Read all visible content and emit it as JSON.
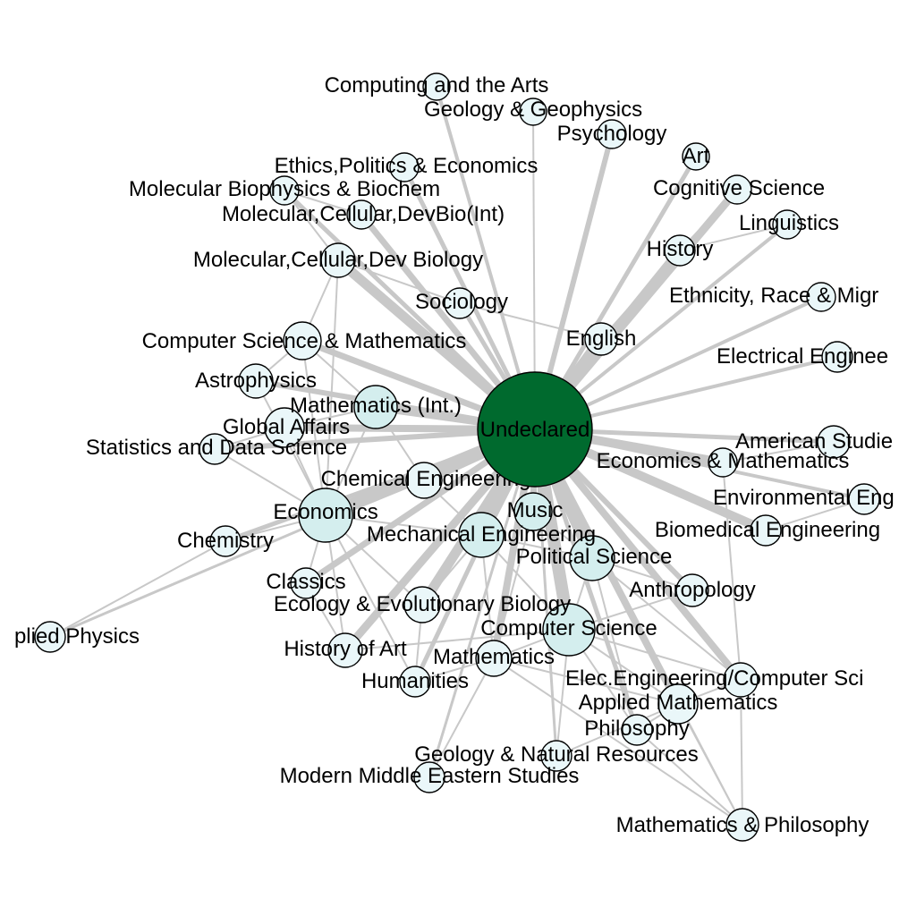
{
  "graph": {
    "center": {
      "label": "Undeclared",
      "color": "#006a2e"
    },
    "node_fill": "#eaf7f9",
    "node_fill_large": "#d4eeee",
    "edge_color": "#c8c8c8",
    "nodes": [
      {
        "id": "computing-arts",
        "label": "Computing and the Arts"
      },
      {
        "id": "geology-geophysics",
        "label": "Geology & Geophysics"
      },
      {
        "id": "psychology",
        "label": "Psychology"
      },
      {
        "id": "art",
        "label": "Art"
      },
      {
        "id": "ethics-politics-economics",
        "label": "Ethics,Politics & Economics"
      },
      {
        "id": "cognitive-science",
        "label": "Cognitive Science"
      },
      {
        "id": "molecular-biophysics",
        "label": "Molecular Biophysics & Biochem"
      },
      {
        "id": "linguistics",
        "label": "Linguistics"
      },
      {
        "id": "mcdb-int",
        "label": "Molecular,Cellular,DevBio(Int)"
      },
      {
        "id": "history",
        "label": "History"
      },
      {
        "id": "mcdb",
        "label": "Molecular,Cellular,Dev Biology"
      },
      {
        "id": "ethnicity-race",
        "label": "Ethnicity, Race & Migr"
      },
      {
        "id": "sociology",
        "label": "Sociology"
      },
      {
        "id": "english",
        "label": "English"
      },
      {
        "id": "cs-math",
        "label": "Computer Science & Mathematics"
      },
      {
        "id": "electrical-engineering",
        "label": "Electrical Enginee"
      },
      {
        "id": "astrophysics",
        "label": "Astrophysics"
      },
      {
        "id": "mathematics-int",
        "label": "Mathematics (Int.)"
      },
      {
        "id": "global-affairs",
        "label": "Global Affairs"
      },
      {
        "id": "american-studies",
        "label": "American Studie"
      },
      {
        "id": "statistics-data-science",
        "label": "Statistics and Data Science"
      },
      {
        "id": "economics-mathematics",
        "label": "Economics & Mathematics"
      },
      {
        "id": "chemical-engineering",
        "label": "Chemical Engineering"
      },
      {
        "id": "environmental-engineering",
        "label": "Environmental Eng"
      },
      {
        "id": "music",
        "label": "Music"
      },
      {
        "id": "economics",
        "label": "Economics"
      },
      {
        "id": "biomedical-engineering",
        "label": "Biomedical Engineering"
      },
      {
        "id": "chemistry",
        "label": "Chemistry"
      },
      {
        "id": "mechanical-engineering",
        "label": "Mechanical Engineering"
      },
      {
        "id": "political-science",
        "label": "Political Science"
      },
      {
        "id": "classics",
        "label": "Classics"
      },
      {
        "id": "anthropology",
        "label": "Anthropology"
      },
      {
        "id": "ecology-evolutionary-biology",
        "label": "Ecology & Evolutionary Biology"
      },
      {
        "id": "applied-physics",
        "label": "plied Physics"
      },
      {
        "id": "computer-science",
        "label": "Computer Science"
      },
      {
        "id": "history-of-art",
        "label": "History of Art"
      },
      {
        "id": "mathematics",
        "label": "Mathematics"
      },
      {
        "id": "ee-cs",
        "label": "Elec.Engineering/Computer Sci"
      },
      {
        "id": "humanities",
        "label": "Humanities"
      },
      {
        "id": "applied-mathematics",
        "label": "Applied Mathematics"
      },
      {
        "id": "philosophy",
        "label": "Philosophy"
      },
      {
        "id": "geology-natural-resources",
        "label": "Geology & Natural Resources"
      },
      {
        "id": "modern-middle-eastern",
        "label": "Modern Middle Eastern Studies"
      },
      {
        "id": "math-philosophy",
        "label": "Mathematics & Philosophy"
      }
    ]
  }
}
